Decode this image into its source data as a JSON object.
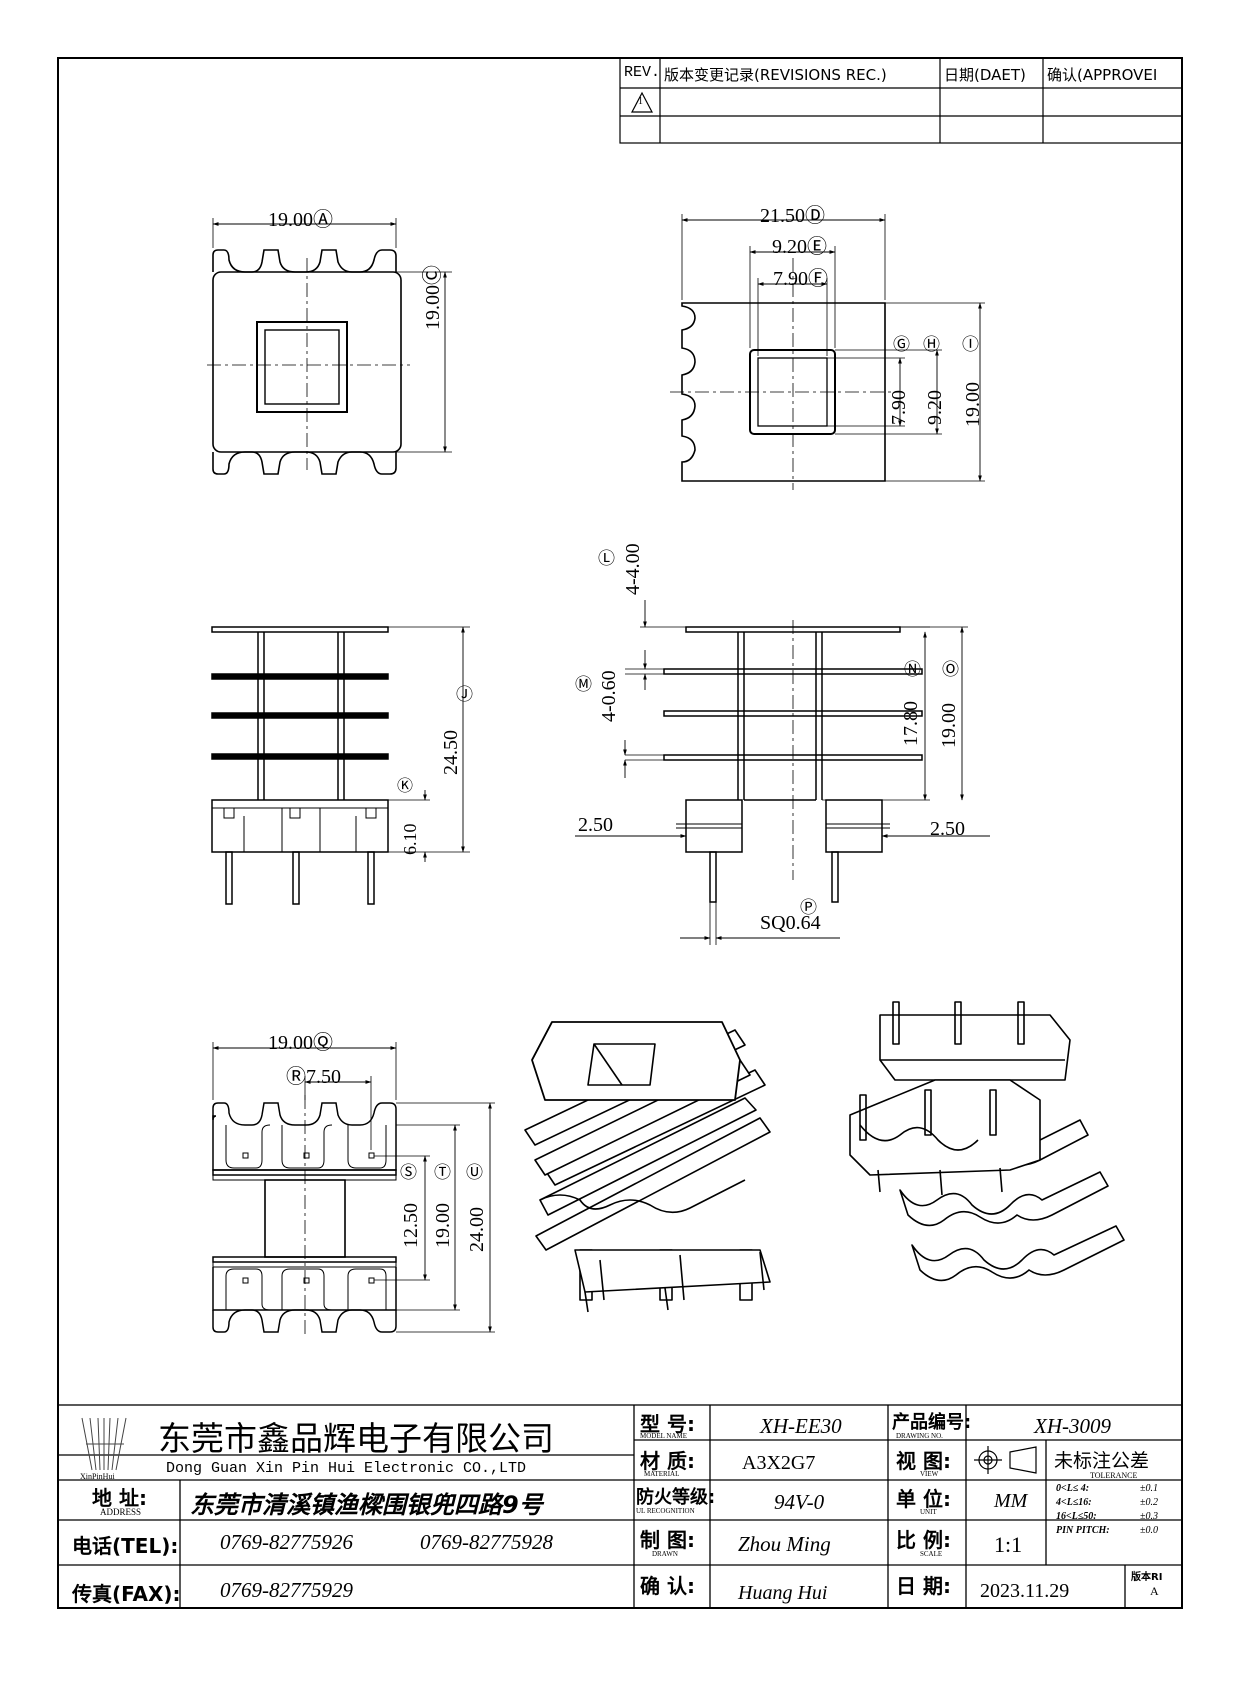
{
  "revision_table": {
    "headers": [
      "REV.",
      "版本变更记录(REVISIONS REC.)",
      "日期(DAET)",
      "确认(APPROVEI"
    ],
    "row_symbol": "1"
  },
  "dimensions": {
    "A": "19.00Ⓐ",
    "C": "19.00Ⓒ",
    "D": "21.50Ⓓ",
    "E": "9.20Ⓔ",
    "F": "7.90Ⓕ",
    "G_mark": "Ⓖ",
    "H_mark": "Ⓗ",
    "I_mark": "Ⓘ",
    "G": "7.90",
    "H": "9.20",
    "I": "19.00",
    "J": "24.50",
    "J_mark": "Ⓙ",
    "K": "6.10",
    "K_mark": "Ⓚ",
    "L_mark": "Ⓛ",
    "L": "4-4.00",
    "M_mark": "Ⓜ",
    "M": "4-0.60",
    "N_mark": "Ⓝ",
    "N": "17.80",
    "O_mark": "Ⓞ",
    "O": "19.00",
    "left_250": "2.50",
    "right_250": "2.50",
    "P_mark": "Ⓟ",
    "P": "SQ0.64",
    "Q": "19.00Ⓠ",
    "R": "Ⓡ7.50",
    "S_mark": "Ⓢ",
    "S": "12.50",
    "T_mark": "Ⓣ",
    "T": "19.00",
    "U_mark": "Ⓤ",
    "U": "24.00"
  },
  "title_block": {
    "company_cn": "东莞市鑫品辉电子有限公司",
    "company_en": "Dong Guan Xin Pin Hui Electronic CO.,LTD",
    "logo_text": "XinPinHui",
    "address_label": "地 址:",
    "address_label_en": "ADDRESS",
    "address": "东莞市清溪镇渔樑围银兜四路9号",
    "tel_label": "电话(TEL):",
    "tel_1": "0769-82775926",
    "tel_2": "0769-82775928",
    "fax_label": "传真(FAX):",
    "fax": "0769-82775929",
    "model_label": "型 号:",
    "model_label_en": "MODEL NAME",
    "model": "XH-EE30",
    "material_label": "材 质:",
    "material_label_en": "MATERIAL",
    "material": "A3X2G7",
    "fire_label": "防火等级:",
    "fire_label_en": "UL RECOGNITION",
    "fire": "94V-0",
    "drawn_label": "制 图:",
    "drawn_label_en": "DRAWN",
    "drawn": "Zhou Ming",
    "check_label": "确 认:",
    "checked": "Huang Hui",
    "drawing_no_label": "产品编号:",
    "drawing_no_label_en": "DRAWING NO.",
    "drawing_no": "XH-3009",
    "view_label": "视 图:",
    "view_label_en": "VIEW",
    "unit_label": "单 位:",
    "unit_label_en": "UNIT",
    "unit": "MM",
    "scale_label": "比 例:",
    "scale_label_en": "SCALE",
    "scale": "1:1",
    "date_label": "日 期:",
    "date": "2023.11.29",
    "tolerance_title": "未标注公差",
    "tolerance_en": "TOLERANCE",
    "tol_rows": [
      {
        "range": "0<L≤ 4:",
        "value": "±0.1"
      },
      {
        "range": "4<L≤16:",
        "value": "±0.2"
      },
      {
        "range": "16<L≤50:",
        "value": "±0.3"
      },
      {
        "range": "PIN PITCH:",
        "value": "±0.0"
      }
    ],
    "version_label": "版本RI",
    "version": "A"
  }
}
